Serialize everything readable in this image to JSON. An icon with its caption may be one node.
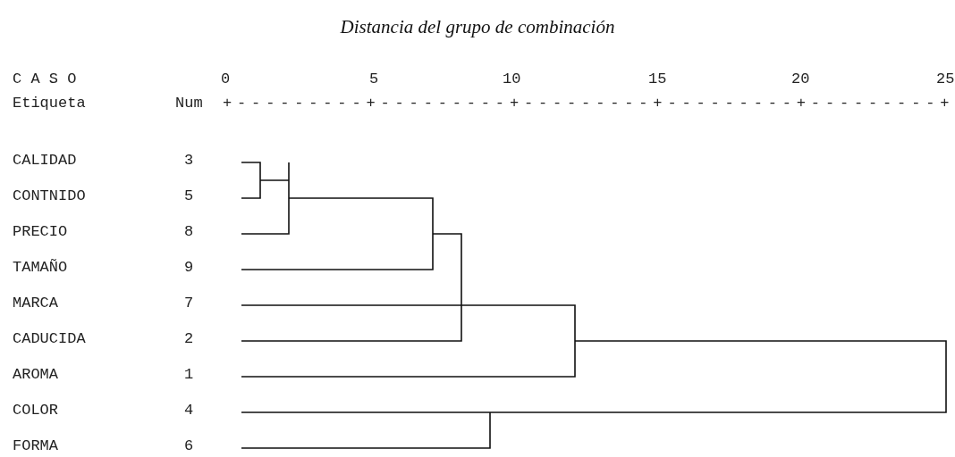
{
  "diagram": {
    "title": "Distancia del grupo de combinación",
    "labels": [
      "C A S O",
      "Etiqueta",
      "Num",
      "0",
      "5",
      "10",
      "15",
      "20",
      "25",
      "+---------+---------+---------+---------+---------+",
      "CALIDAD",
      "3",
      "CONTNIDO",
      "5",
      "PRECIO",
      "8",
      "TAMAÑO",
      "9",
      "MARCA",
      "7",
      "CADUCIDA",
      "2",
      "AROMA",
      "1",
      "COLOR",
      "4",
      "FORMA",
      "6"
    ]
  }
}
